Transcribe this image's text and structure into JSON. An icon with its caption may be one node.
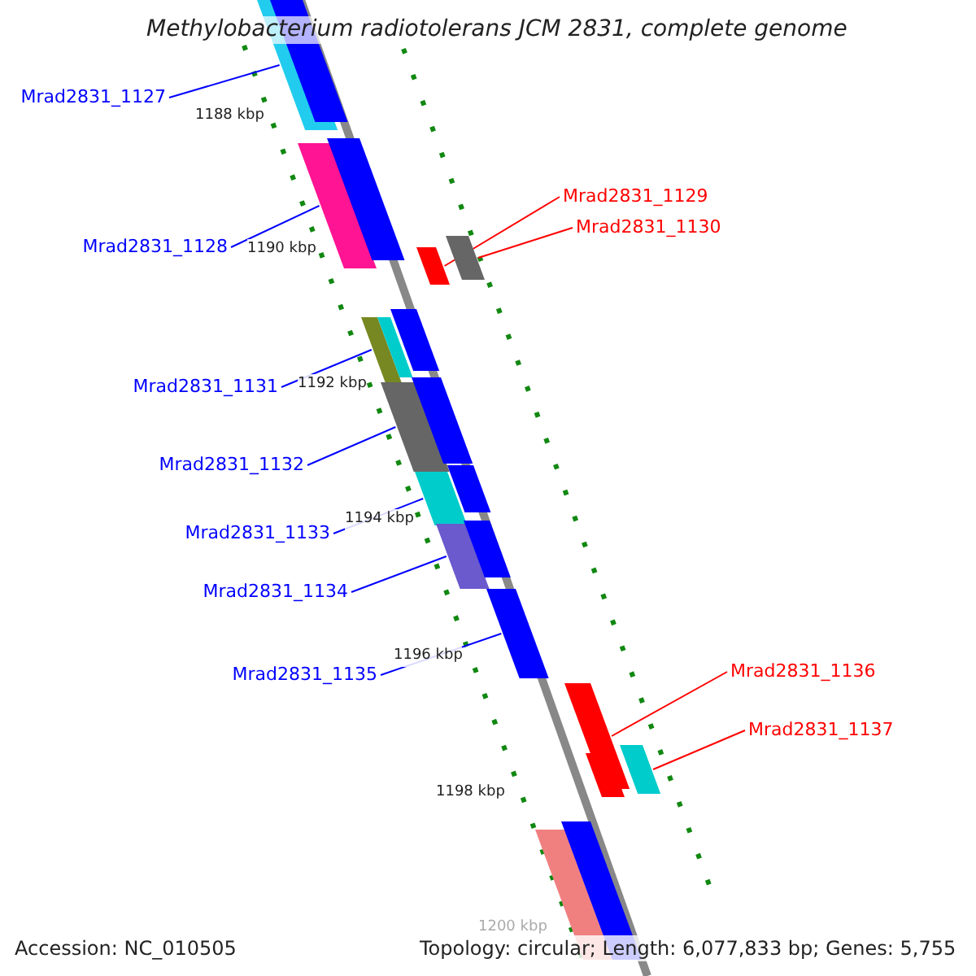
{
  "diagram": {
    "title": "Methylobacterium radiotolerans JCM 2831, complete genome",
    "nodes": [
      {
        "text": [
          "Mrad2831_1127"
        ]
      },
      {
        "text": [
          "Mrad2831_1129"
        ]
      },
      {
        "text": [
          "Mrad2831_1130"
        ]
      },
      {
        "text": [
          "Mrad2831_1128"
        ]
      },
      {
        "text": [
          "Mrad2831_1131"
        ]
      },
      {
        "text": [
          "Mrad2831_1132"
        ]
      },
      {
        "text": [
          "Mrad2831_1133"
        ]
      },
      {
        "text": [
          "Mrad2831_1134"
        ]
      },
      {
        "text": [
          "Mrad2831_1136"
        ]
      },
      {
        "text": [
          "Mrad2831_1135"
        ]
      },
      {
        "text": [
          "Mrad2831_1137"
        ]
      },
      {
        "text": [],
        "shape": "bar"
      },
      {
        "text": [],
        "shape": "bar"
      },
      {
        "text": [],
        "shape": "bar"
      },
      {
        "text": [],
        "shape": "bar"
      },
      {
        "text": [],
        "shape": "bar"
      },
      {
        "text": [],
        "shape": "bar"
      },
      {
        "text": [],
        "shape": "bar"
      },
      {
        "text": [],
        "shape": "bar"
      },
      {
        "text": [],
        "shape": "bar"
      },
      {
        "text": [],
        "shape": "bar"
      },
      {
        "text": [],
        "shape": "bar"
      },
      {
        "text": [],
        "shape": "bar"
      },
      {
        "text": [],
        "shape": "bar"
      },
      {
        "text": [],
        "shape": "bar"
      },
      {
        "text": [],
        "shape": "bar"
      },
      {
        "text": [],
        "shape": "bar"
      },
      {
        "text": [],
        "shape": "bar"
      },
      {
        "text": [],
        "shape": "bar"
      },
      {
        "text": [],
        "shape": "bar"
      },
      {
        "text": [],
        "shape": "bar"
      },
      {
        "text": [],
        "shape": "bar"
      }
    ],
    "edges": [
      {
        "from": 0,
        "to": 11,
        "arrow": "none"
      },
      {
        "from": 1,
        "to": 12,
        "arrow": "none",
        "color": "#ff0000"
      },
      {
        "from": 2,
        "to": 13,
        "arrow": "none",
        "color": "#ff0000"
      },
      {
        "from": 3,
        "to": 14,
        "arrow": "none"
      },
      {
        "from": 4,
        "to": 15,
        "arrow": "none"
      },
      {
        "from": 5,
        "to": 16,
        "arrow": "none"
      },
      {
        "from": 6,
        "to": 17,
        "arrow": "none"
      },
      {
        "from": 7,
        "to": 18,
        "arrow": "none"
      },
      {
        "from": 8,
        "to": 19,
        "arrow": "none",
        "color": "#ff0000"
      },
      {
        "from": 9,
        "to": 20,
        "arrow": "none"
      },
      {
        "from": 10,
        "to": 21,
        "arrow": "none",
        "color": "#ff0000"
      }
    ],
    "labels": [
      "1188 kbp",
      "1190 kbp",
      "1192 kbp",
      "1194 kbp",
      "1196 kbp",
      "1198 kbp",
      "1200 kbp",
      "Accession: NC_010505",
      "Topology: circular; Length: 6,077,833 bp; Genes: 5,755"
    ]
  }
}
